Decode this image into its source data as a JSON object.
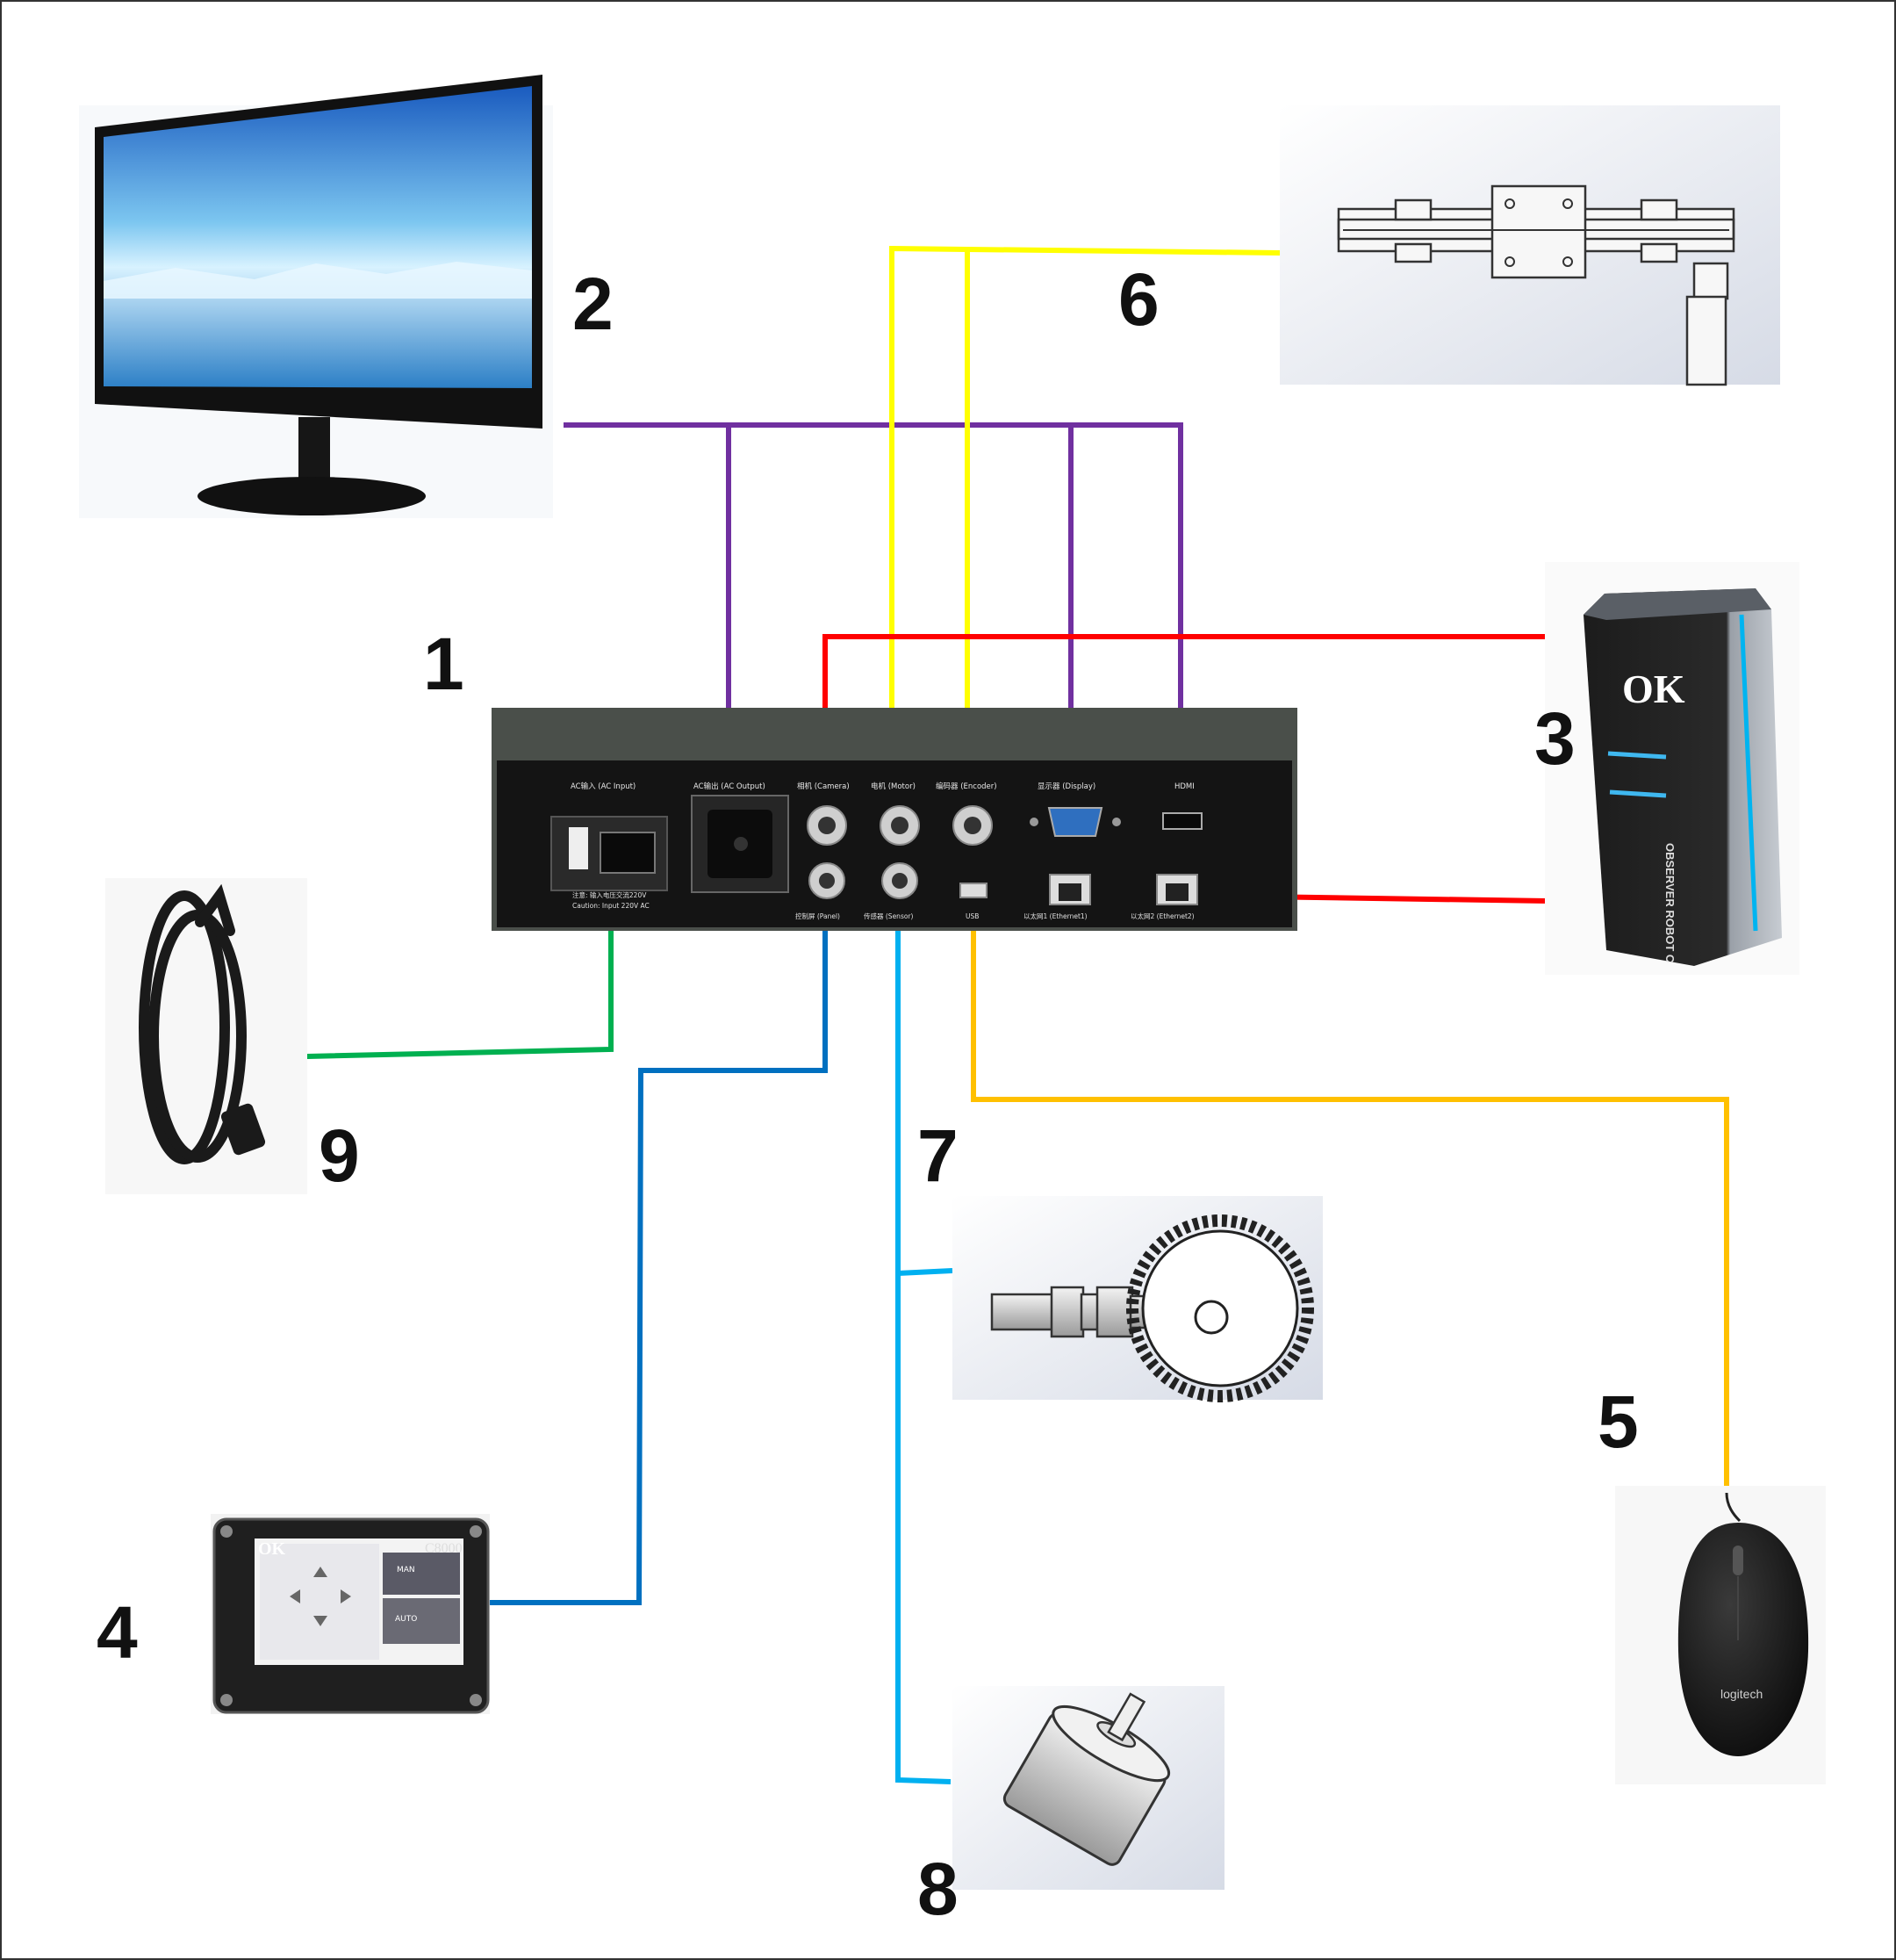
{
  "numbers": {
    "controller": "1",
    "monitor": "2",
    "camera": "3",
    "panel": "4",
    "mouse": "5",
    "slide": "6",
    "encoder": "7",
    "motor": "8",
    "power_cord": "9"
  },
  "controller_panel": {
    "ac_input": "AC输入 (AC Input)",
    "ac_output": "AC输出 (AC Output)",
    "camera": "相机 (Camera)",
    "motor": "电机 (Motor)",
    "encoder": "编码器 (Encoder)",
    "display": "显示器 (Display)",
    "hdmi": "HDMI",
    "panel": "控制屏 (Panel)",
    "sensor": "传感器 (Sensor)",
    "usb": "USB",
    "ethernet1": "以太网1 (Ethernet1)",
    "ethernet2": "以太网2 (Ethernet2)",
    "caution_cn": "注意: 输入电压交流220V",
    "caution_en": "Caution: Input 220V AC"
  },
  "camera_device": {
    "logo": "OK",
    "model": "OBSERVER ROBOT C"
  },
  "panel_device": {
    "logo": "OK",
    "model": "C8000",
    "btn_man": "MAN",
    "btn_auto": "AUTO"
  },
  "mouse_device": {
    "brand": "logitech"
  },
  "colors": {
    "purple": "#7030a0",
    "yellow": "#ffff00",
    "red": "#ff0000",
    "green": "#00b050",
    "dark_blue": "#0070c0",
    "light_blue": "#00b0f0",
    "orange": "#ffc000"
  }
}
